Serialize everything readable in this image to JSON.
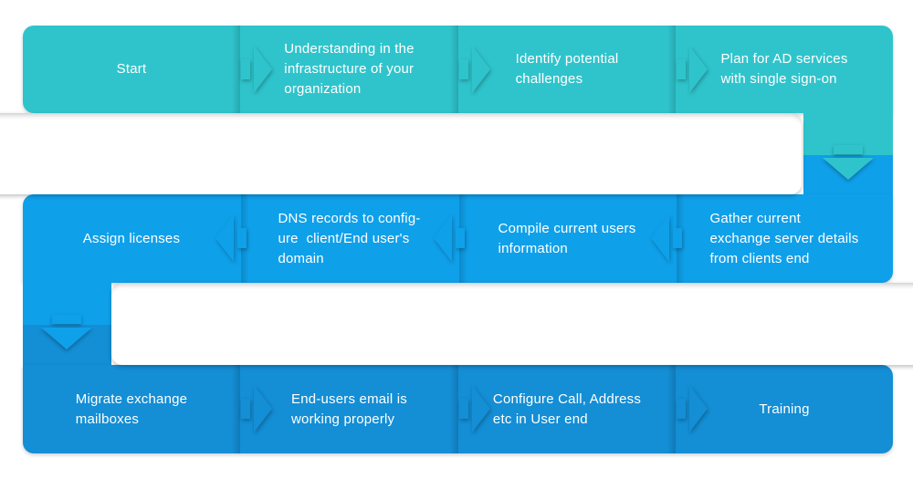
{
  "colors": {
    "background": "#ffffff",
    "row1": "#2fc4cc",
    "row2": "#0fa0ea",
    "row3": "#148ed5",
    "text": "#ffffff"
  },
  "icons": {
    "step_separator_forward": "chevron-right-arrow",
    "step_separator_backward": "chevron-left-arrow",
    "row_connector": "chevron-down-arrow"
  },
  "rows": [
    {
      "name": "row-1",
      "direction": "left-to-right",
      "color": "#2fc4cc",
      "steps": [
        {
          "label": "Start"
        },
        {
          "label": "Understanding in the\ninfrastructure of your\norganization"
        },
        {
          "label": "Identify potential\nchallenges"
        },
        {
          "label": "Plan for AD services\nwith single sign-on"
        }
      ]
    },
    {
      "name": "row-2",
      "direction": "right-to-left",
      "color": "#0fa0ea",
      "steps": [
        {
          "label": "Gather current\nexchange server details\nfrom clients end"
        },
        {
          "label": "Compile current users\ninformation"
        },
        {
          "label": "DNS records to config-\nure  client/End user's\ndomain"
        },
        {
          "label": "Assign licenses"
        }
      ]
    },
    {
      "name": "row-3",
      "direction": "left-to-right",
      "color": "#148ed5",
      "steps": [
        {
          "label": "Migrate exchange\nmailboxes"
        },
        {
          "label": "End-users email is\nworking properly"
        },
        {
          "label": "Configure Call, Address\netc in User end"
        },
        {
          "label": "Training"
        }
      ]
    }
  ],
  "connectors": [
    {
      "side": "right",
      "from_row": "row-1",
      "to_row": "row-2"
    },
    {
      "side": "left",
      "from_row": "row-2",
      "to_row": "row-3"
    }
  ]
}
